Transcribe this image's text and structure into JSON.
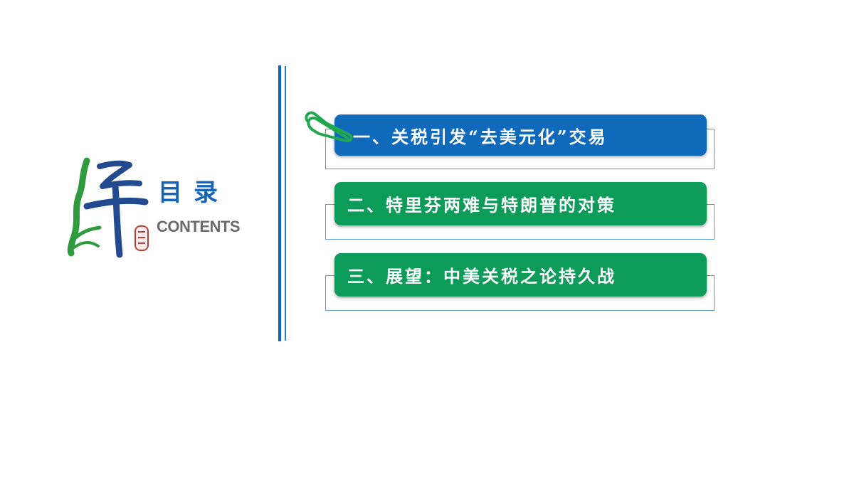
{
  "header": {
    "title_cn": "目录",
    "title_en": "CONTENTS"
  },
  "logo": {
    "icon": "calligraphy-logo-icon",
    "seal": "red-seal-stamp-icon"
  },
  "colors": {
    "accent_blue": "#0f6abc",
    "accent_green": "#0c9b58",
    "frame_blue": "#5b9bd5",
    "text_gray": "#6b6b6b"
  },
  "items": [
    {
      "label": "一、关税引发“去美元化”交易",
      "color": "blue"
    },
    {
      "label": "二、特里芬两难与特朗普的对策",
      "color": "green"
    },
    {
      "label": "三、展望：中美关税之论持久战",
      "color": "green"
    }
  ],
  "decor": {
    "paperclip": "paperclip-icon"
  }
}
